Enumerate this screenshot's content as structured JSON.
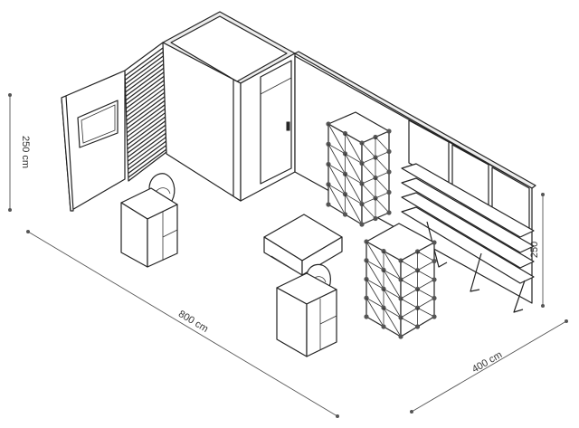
{
  "dimensions": {
    "height_left": "250 cm",
    "length": "800 cm",
    "width": "400 cm",
    "height_right": "250"
  },
  "colors": {
    "line": "#222222",
    "fill_light": "#ffffff",
    "fill_shade": "#ededed",
    "dimension_line": "#555555"
  }
}
